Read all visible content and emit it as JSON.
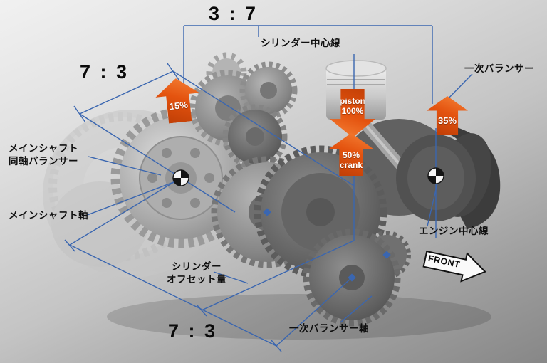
{
  "colors": {
    "dimension_blue": "#3a66b0",
    "arrow_orange": "#e4530f",
    "text_black": "#101010",
    "background_light": "#f1f1f1",
    "background_dark": "#878787"
  },
  "ratios": {
    "top": "3 : 7",
    "upper_left": "7 : 3",
    "bottom": "7 : 3"
  },
  "labels": {
    "cylinder_centerline": "シリンダー中心線",
    "primary_balancer": "一次バランサー",
    "mainshaft_coaxial_balancer": "メインシャフト\n同軸バランサー",
    "mainshaft_axis": "メインシャフト軸",
    "cylinder_offset": "シリンダー\nオフセット量",
    "engine_centerline": "エンジン中心線",
    "primary_balancer_shaft": "一次バランサー軸",
    "front": "FRONT"
  },
  "balance_arrows": {
    "mainshaft_balancer": "15%",
    "piston": "piston\n100%",
    "primary_balancer": "35%",
    "crank": "50%\ncrank"
  }
}
